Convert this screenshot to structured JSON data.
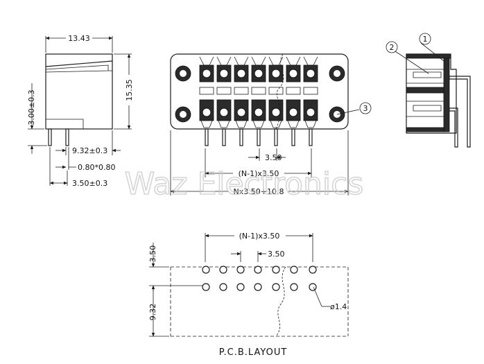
{
  "side_view": {
    "dim_width": "13.43",
    "dim_height": "15.35",
    "dim_pin_height": "3.00±0.3",
    "dim_offset": "9.32±0.3",
    "dim_pin": "0.80*0.80",
    "dim_pitch_row": "3.50±0.3"
  },
  "front_view": {
    "dim_pitch": "3.50",
    "dim_span": "(N-1)x3.50",
    "dim_total": "Nx3.50+10.8",
    "callout_3": "3"
  },
  "section_view": {
    "callout_1": "1",
    "callout_2": "2"
  },
  "pcb_layout": {
    "dim_span": "(N-1)x3.50",
    "dim_pitch": "3.50",
    "dim_row_gap": "3.50",
    "dim_edge": "9.32",
    "dim_hole": "ø1.4",
    "title": "P.C.B.LAYOUT"
  },
  "watermark": "Waz Electronics"
}
